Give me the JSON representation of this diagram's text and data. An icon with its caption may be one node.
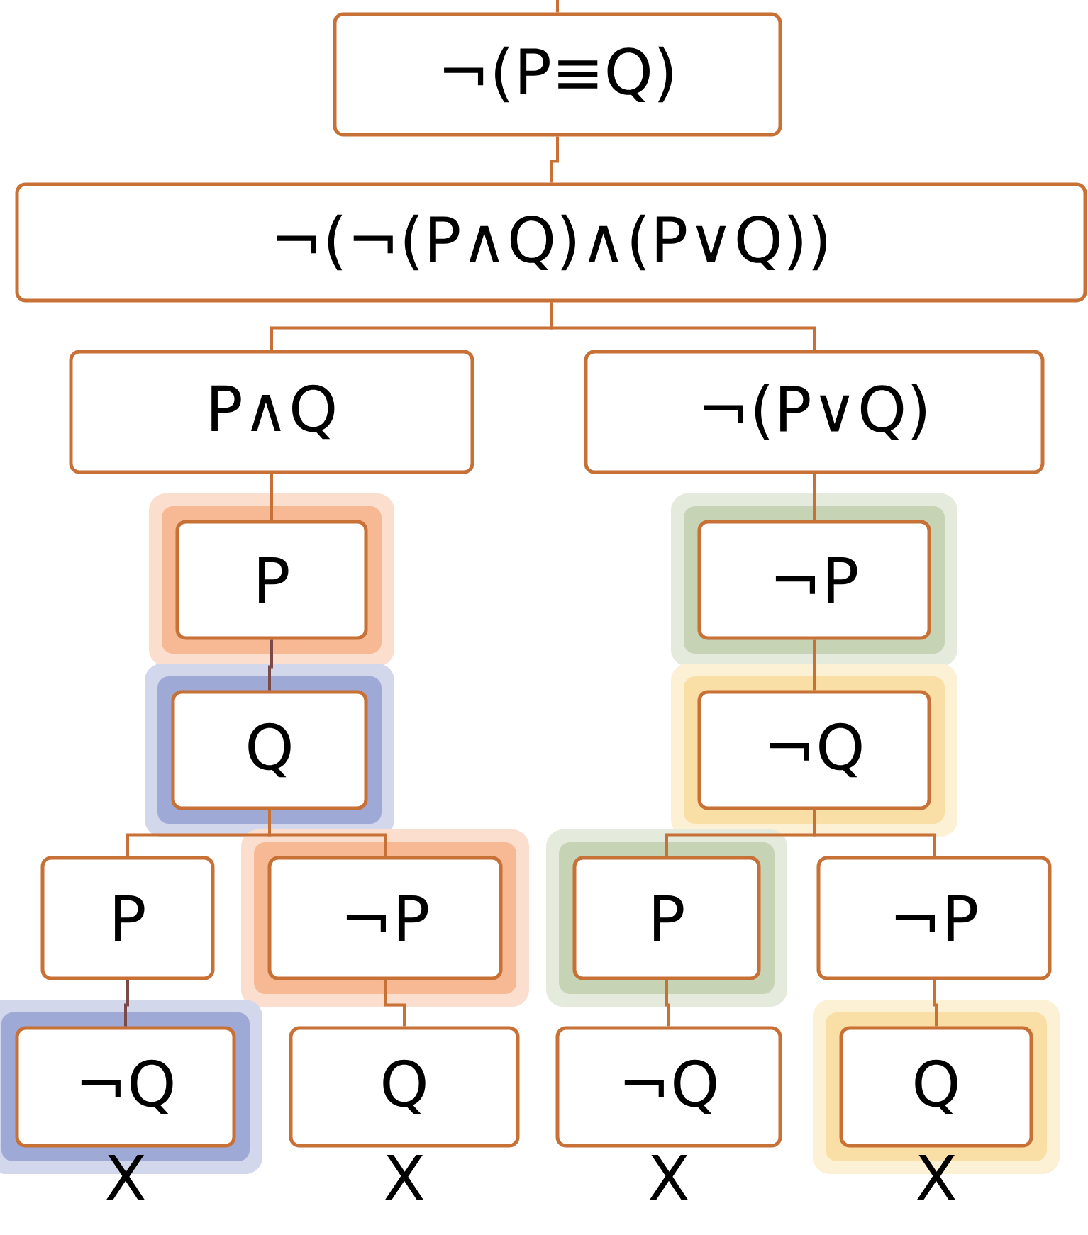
{
  "diagram": {
    "nodes": [
      {
        "text": [
          "¬(P≡Q)"
        ]
      },
      {
        "text": [
          "¬(¬(P∧Q)∧(P∨Q))"
        ]
      },
      {
        "text": [
          "P∧Q"
        ]
      },
      {
        "text": [
          "¬(P∨Q)"
        ]
      },
      {
        "text": [
          "P"
        ]
      },
      {
        "text": [
          "¬P"
        ]
      },
      {
        "text": [
          "Q"
        ]
      },
      {
        "text": [
          "¬Q"
        ]
      },
      {
        "text": [
          "P"
        ]
      },
      {
        "text": [
          "¬P"
        ]
      },
      {
        "text": [
          "P"
        ]
      },
      {
        "text": [
          "¬P"
        ]
      },
      {
        "text": [
          "¬Q"
        ],
        "beside": [
          "X"
        ]
      },
      {
        "text": [
          "Q"
        ],
        "beside": [
          "X"
        ]
      },
      {
        "text": [
          "¬Q"
        ],
        "beside": [
          "X"
        ]
      },
      {
        "text": [
          "Q"
        ],
        "beside": [
          "X"
        ]
      }
    ],
    "edges": [
      {
        "from": null,
        "to": 0,
        "arrow": "none"
      },
      {
        "from": 0,
        "to": 1,
        "arrow": "none"
      },
      {
        "from": 1,
        "to": 2,
        "arrow": "none"
      },
      {
        "from": 1,
        "to": 3,
        "arrow": "none"
      },
      {
        "from": 2,
        "to": 4,
        "arrow": "none"
      },
      {
        "from": 4,
        "to": 6,
        "arrow": "none",
        "color": "#7a4a4a"
      },
      {
        "from": 6,
        "to": 8,
        "arrow": "none"
      },
      {
        "from": 6,
        "to": 9,
        "arrow": "none"
      },
      {
        "from": 3,
        "to": 5,
        "arrow": "none"
      },
      {
        "from": 5,
        "to": 7,
        "arrow": "none"
      },
      {
        "from": 7,
        "to": 10,
        "arrow": "none"
      },
      {
        "from": 7,
        "to": 11,
        "arrow": "none"
      },
      {
        "from": 8,
        "to": 12,
        "arrow": "none",
        "color": "#7a4a4a"
      },
      {
        "from": 9,
        "to": 13,
        "arrow": "none"
      },
      {
        "from": 10,
        "to": 14,
        "arrow": "none"
      },
      {
        "from": 11,
        "to": 15,
        "arrow": "none"
      }
    ]
  }
}
